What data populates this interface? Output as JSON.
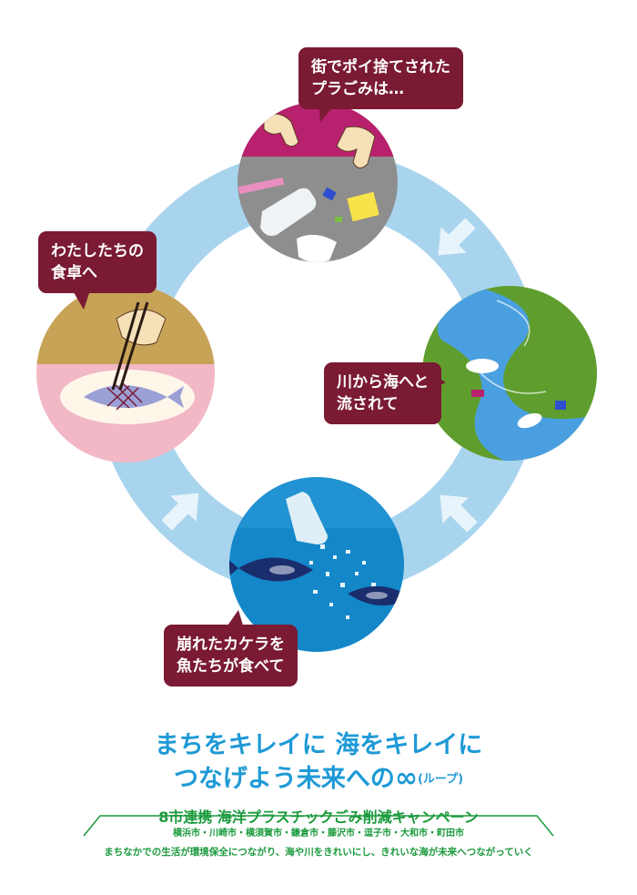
{
  "bubbles": {
    "top": [
      "街でポイ捨てされた",
      "プラごみは…"
    ],
    "right": [
      "川から海へと",
      "流されて"
    ],
    "bottom": [
      "崩れたカケラを",
      "魚たちが食べて"
    ],
    "left": [
      "わたしたちの",
      "食卓へ"
    ]
  },
  "headline": {
    "line1": "まちをキレイに 海をキレイに",
    "line2_main": "つなげよう未来への",
    "line2_symbol": "∞",
    "line2_sub": "(ループ)"
  },
  "campaign": {
    "title": "8市連携 海洋プラスチックごみ削減キャンペーン",
    "cities": "横浜市・川崎市・横須賀市・鎌倉市・藤沢市・逗子市・大和市・町田市",
    "tagline": "まちなかでの生活が環境保全につながり、海や川をきれいにし、きれいな海が未来へつながっていく"
  },
  "colors": {
    "ring": "#a9d4ee",
    "arrow": "#e8f4fb",
    "bubble": "#7a1a33",
    "headline": "#1e9ad6",
    "campaign": "#1a9a3c",
    "street_top": "#b8216e",
    "street_bottom": "#8e8e8e",
    "river_land": "#5f9e2e",
    "river_water": "#4a9fe0",
    "sea": "#1487c9",
    "table_top": "#c7a357",
    "table_bottom": "#f2b8c6"
  }
}
